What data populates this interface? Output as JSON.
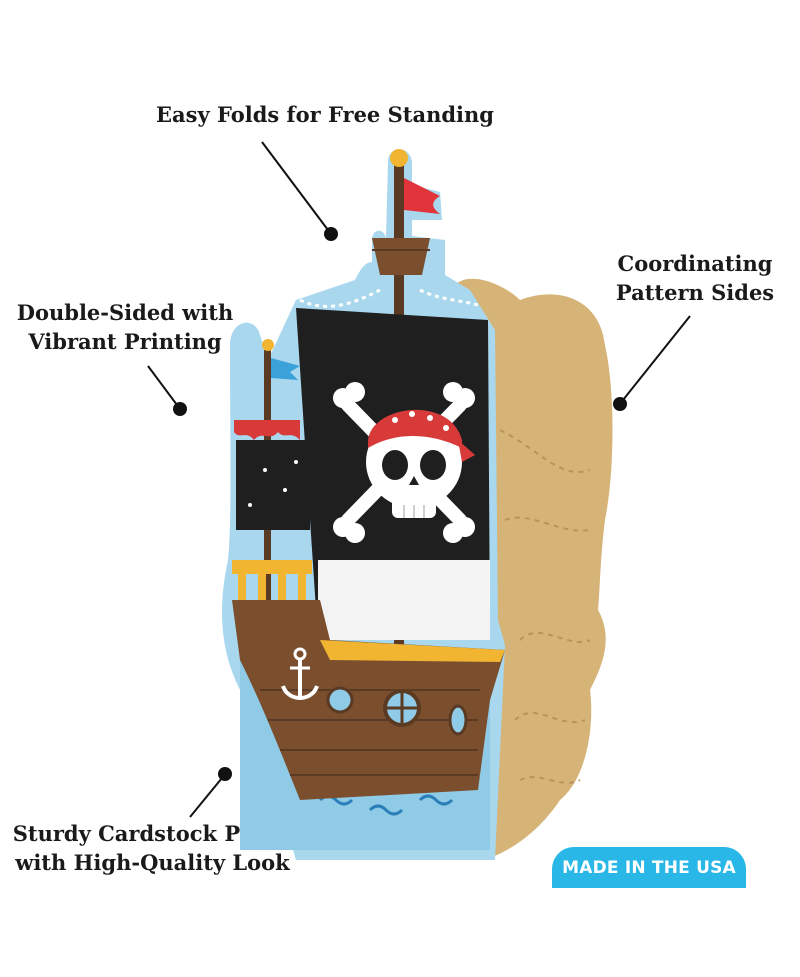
{
  "callouts": {
    "top": "Easy Folds for Free Standing",
    "left_line1": "Double-Sided with",
    "left_line2": "Vibrant Printing",
    "right_line1": "Coordinating",
    "right_line2": "Pattern Sides",
    "bottom_line1": "Sturdy Cardstock Paper",
    "bottom_line2": "with High-Quality Look"
  },
  "badge": {
    "text": "MADE IN THE USA"
  },
  "colors": {
    "sky_blue": "#a9d7ee",
    "sail_black": "#1f1f1f",
    "hull_brown": "#7b4f2e",
    "bandana_red": "#d83a3a",
    "trim_gold": "#f2b531",
    "kraft_back": "#d6b477",
    "badge_blue": "#29b7e8"
  },
  "icons": [
    "skull-crossbones-icon",
    "anchor-icon",
    "flag-icon",
    "porthole-icon"
  ]
}
